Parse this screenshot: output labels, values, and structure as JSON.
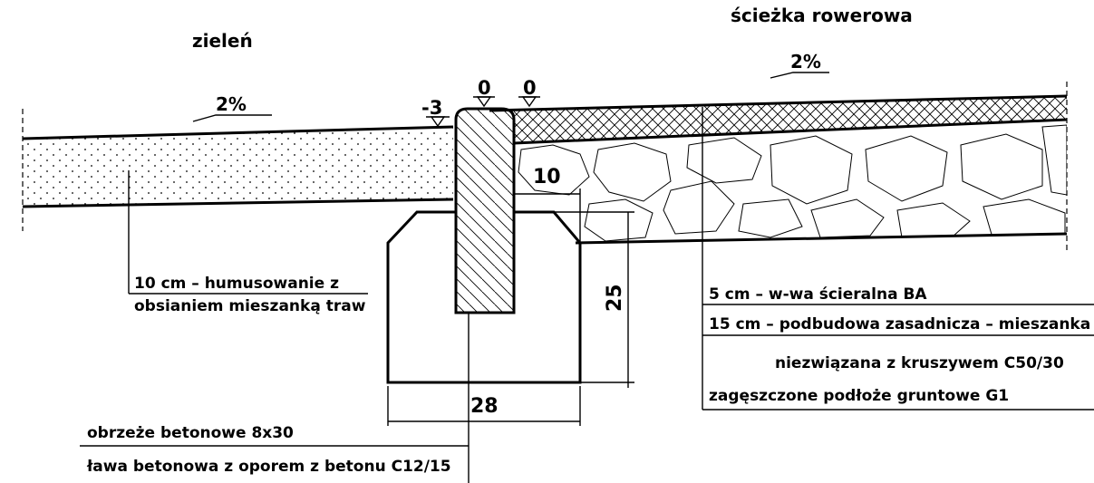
{
  "labels": {
    "zielen": "zieleń",
    "sciezka": "ścieżka rowerowa",
    "slope_left": "2%",
    "slope_right": "2%",
    "elev_minus3": "-3",
    "elev_0_a": "0",
    "elev_0_b": "0",
    "dim_10": "10",
    "dim_25": "25",
    "dim_28": "28",
    "humus_1": "10 cm – humusowanie z",
    "humus_2": "obsianiem mieszanką traw",
    "layer_1": "5 cm – w-wa ścieralna BA",
    "layer_2": "15 cm – podbudowa zasadnicza – mieszanka",
    "layer_3": "niezwiązana z kruszywem C50/30",
    "layer_4": "zagęszczone podłoże gruntowe G1",
    "obrzeze": "obrzeże betonowe 8x30",
    "lawa": "ława betonowa z oporem z betonu C12/15"
  },
  "colors": {
    "line": "#000000",
    "background": "#ffffff"
  }
}
